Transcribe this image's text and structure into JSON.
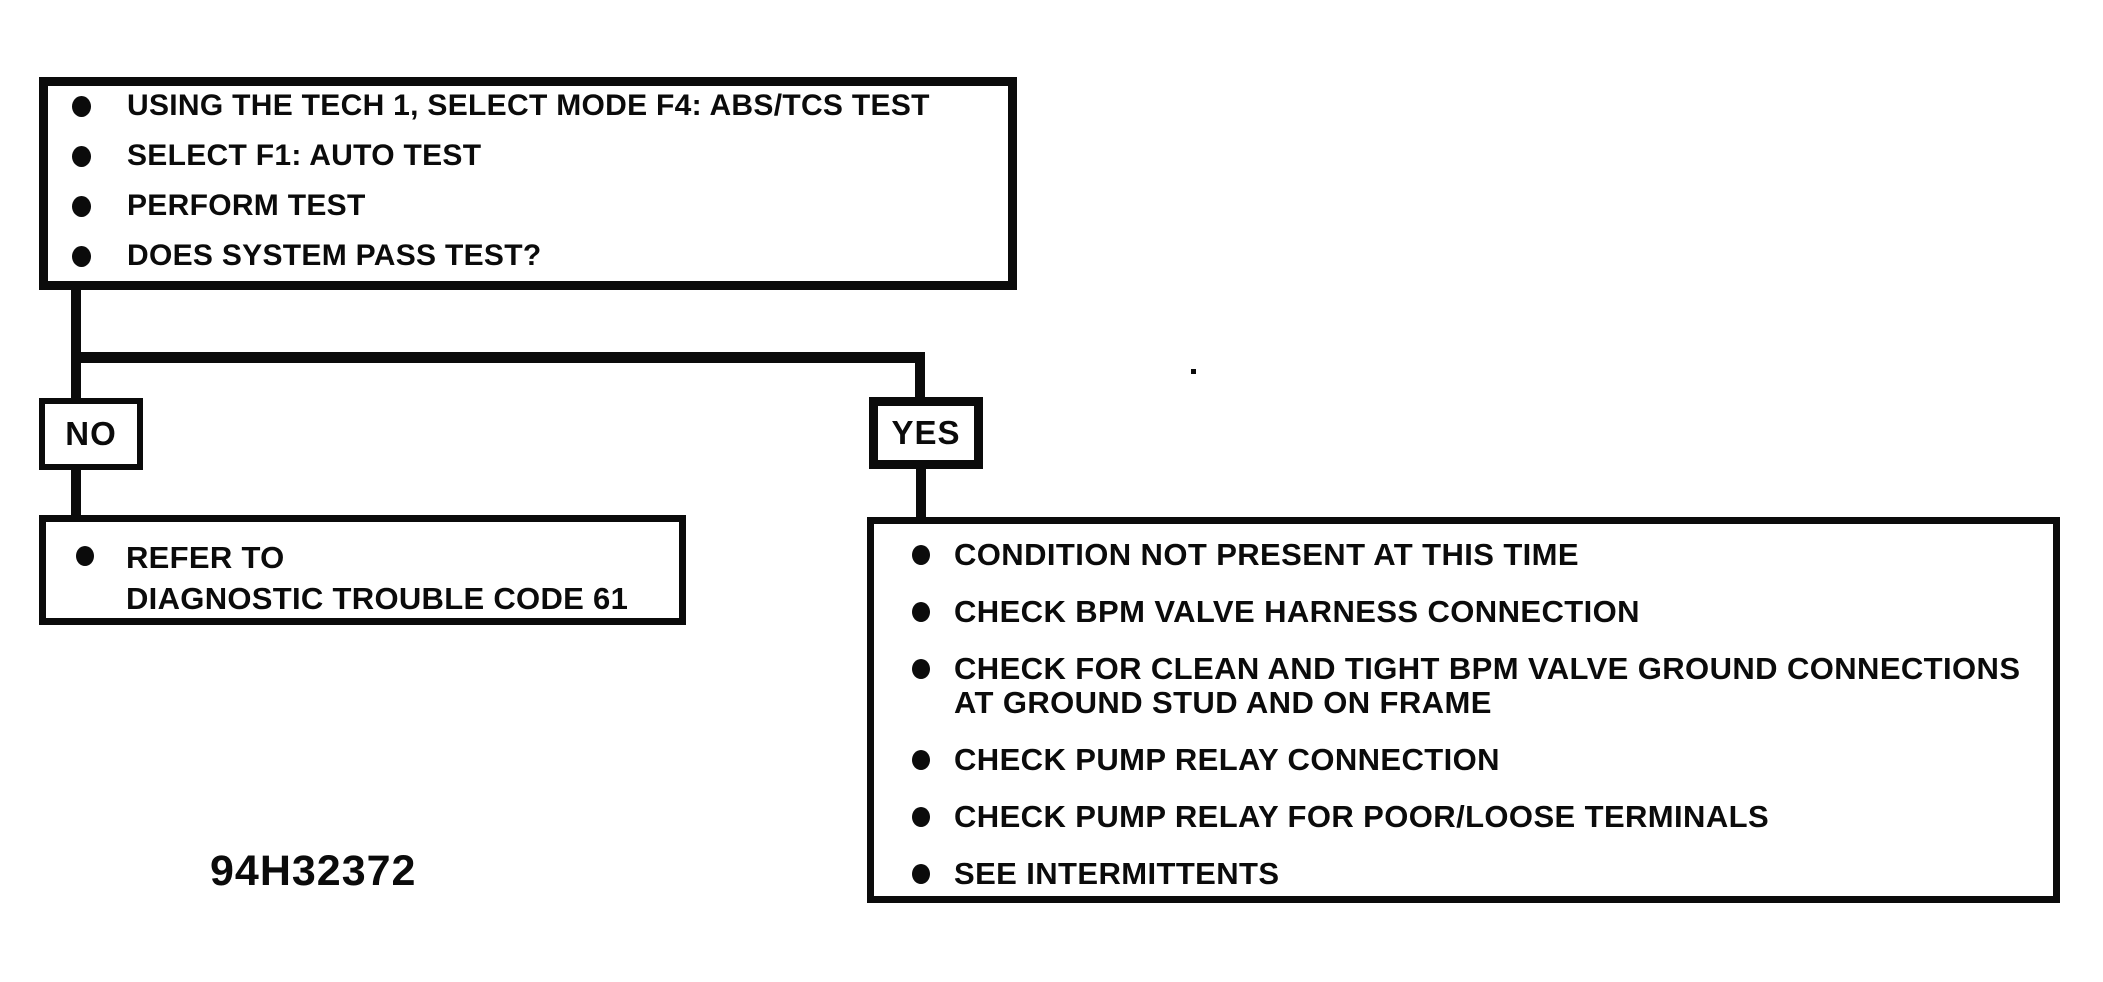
{
  "colors": {
    "ink": "#0b0b0b",
    "paper": "#ffffff"
  },
  "decision_box": {
    "bullets": [
      "USING THE TECH 1, SELECT MODE F4: ABS/TCS TEST",
      "SELECT F1: AUTO TEST",
      "PERFORM TEST",
      "DOES SYSTEM PASS TEST?"
    ]
  },
  "branch_labels": {
    "no": "NO",
    "yes": "YES"
  },
  "no_result_box": {
    "bullets": [
      "REFER TO\nDIAGNOSTIC TROUBLE CODE 61"
    ]
  },
  "yes_result_box": {
    "bullets": [
      "CONDITION NOT PRESENT AT THIS TIME",
      "CHECK BPM VALVE HARNESS CONNECTION",
      "CHECK FOR CLEAN AND TIGHT BPM VALVE GROUND CONNECTIONS\nAT GROUND STUD AND ON FRAME",
      "CHECK PUMP RELAY CONNECTION",
      "CHECK PUMP RELAY FOR POOR/LOOSE TERMINALS",
      "SEE INTERMITTENTS"
    ]
  },
  "figure_number": "94H32372"
}
